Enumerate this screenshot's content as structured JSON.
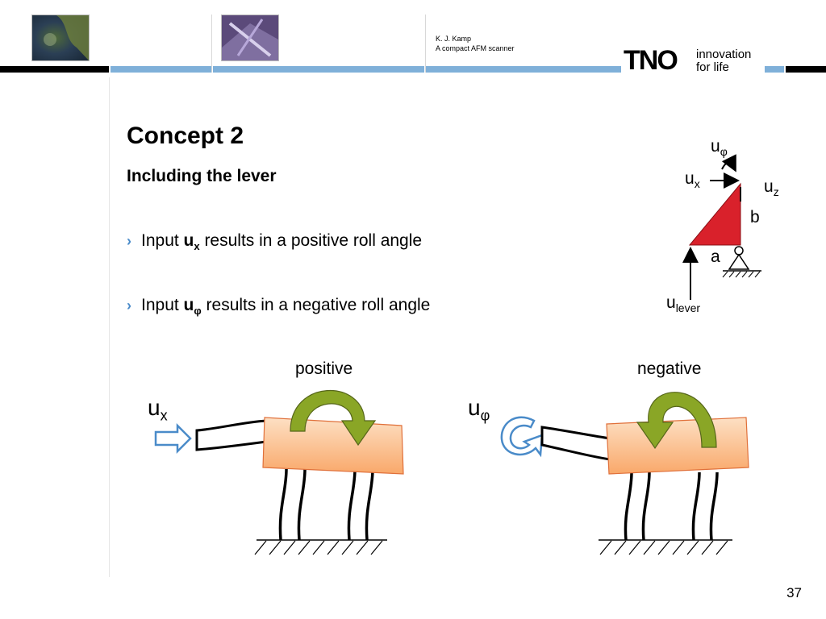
{
  "header": {
    "author": "K. J. Kamp",
    "talk_title": "A compact AFM scanner",
    "logo_text": "TNO",
    "tagline_1": "innovation",
    "tagline_2": "for life"
  },
  "slide": {
    "title": "Concept 2",
    "subtitle": "Including the lever",
    "bullets": [
      {
        "prefix": "Input ",
        "var": "u",
        "sub": "x",
        "suffix": " results in a positive roll angle"
      },
      {
        "prefix": "Input ",
        "var": "u",
        "sub": "φ",
        "suffix": " results in a negative roll angle"
      }
    ],
    "page_number": "37"
  },
  "lever_diagram": {
    "u_phi": {
      "base": "u",
      "sub": "φ"
    },
    "u_x": {
      "base": "u",
      "sub": "x"
    },
    "u_z": {
      "base": "u",
      "sub": "z"
    },
    "b": "b",
    "a": "a",
    "u_lever": {
      "base": "u",
      "sub": "lever"
    }
  },
  "figures": {
    "positive_label": "positive",
    "negative_label": "negative",
    "left_input": {
      "base": "u",
      "sub": "x"
    },
    "right_input": {
      "base": "u",
      "sub": "φ"
    }
  },
  "colors": {
    "accent_blue": "#4a8bc9",
    "bar_blue": "#7fb0d9",
    "triangle_red": "#d9212b",
    "block_orange": "#fbbf8c",
    "arrow_green": "#8aa626"
  }
}
